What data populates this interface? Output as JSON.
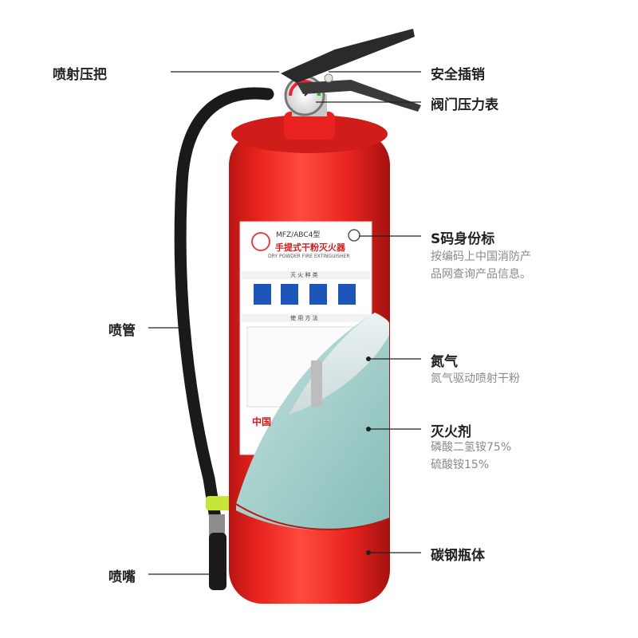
{
  "diagram": {
    "left_labels": {
      "spray_handle": "喷射压把",
      "hose": "喷管",
      "nozzle": "喷嘴"
    },
    "right_labels": {
      "safety_pin": "安全插销",
      "pressure_gauge": "阀门压力表",
      "id_mark": {
        "title": "S码身份标",
        "desc_line1": "按编码上中国消防产",
        "desc_line2": "品网查询产品信息。"
      },
      "nitrogen": {
        "title": "氮气",
        "desc": "氮气驱动喷射干粉"
      },
      "agent": {
        "title": "灭火剂",
        "desc_line1": "磷酸二氢铵75%",
        "desc_line2": "硫酸铵15%"
      },
      "cylinder": "碳钢瓶体"
    },
    "product_label": {
      "model": "MFZ/ABC4型",
      "name_cn": "手提式干粉灭火器",
      "name_en": "DRY POWDER FIRE EXTINGUISHER",
      "fire_classes_title": "灭 火 种 类",
      "usage_title": "使 用 方 法",
      "maker": "中国"
    }
  },
  "colors": {
    "cylinder_red": "#e8231f",
    "cylinder_dark": "#b81613",
    "powder_teal": "#9ecfcb",
    "gas_grey": "#d8e2e2",
    "hose_black": "#1a1a1a",
    "clamp_green": "#c6e63a"
  }
}
